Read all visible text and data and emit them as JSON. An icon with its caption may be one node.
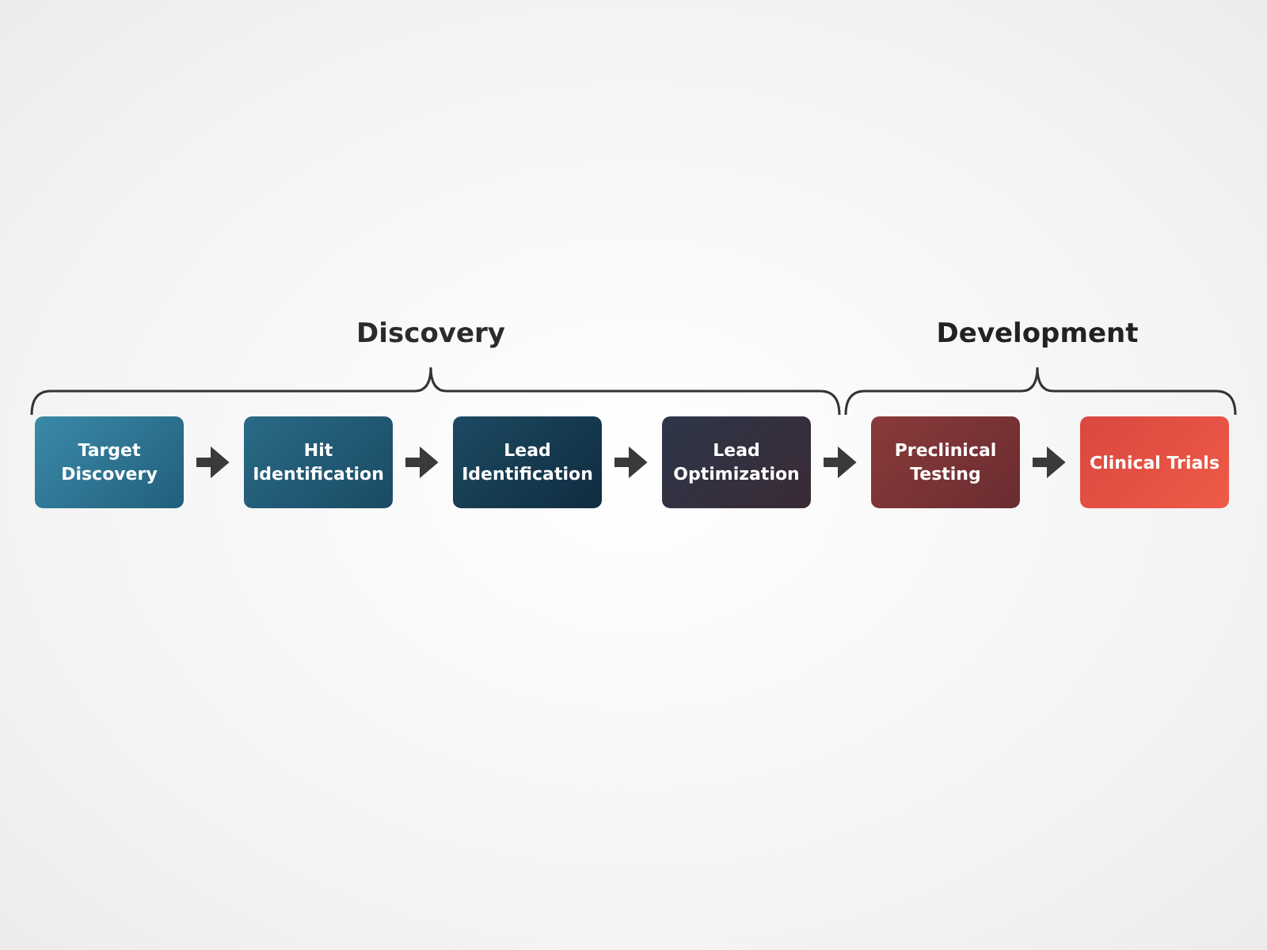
{
  "diagram": {
    "nodes": [
      {
        "text": [
          "Target Discovery"
        ]
      },
      {
        "text": [
          "Hit Identification"
        ]
      },
      {
        "text": [
          "Lead Identification"
        ]
      },
      {
        "text": [
          "Lead Optimization"
        ]
      },
      {
        "text": [
          "Preclinical Testing"
        ]
      },
      {
        "text": [
          "Clinical Trials"
        ]
      }
    ],
    "edges": [
      {
        "from": 0,
        "to": 1,
        "arrow": "to"
      },
      {
        "from": 1,
        "to": 2,
        "arrow": "to"
      },
      {
        "from": 2,
        "to": 3,
        "arrow": "to"
      },
      {
        "from": 3,
        "to": 4,
        "arrow": "to"
      },
      {
        "from": 4,
        "to": 5,
        "arrow": "to"
      }
    ],
    "labels": [
      "Discovery",
      "Development"
    ]
  }
}
